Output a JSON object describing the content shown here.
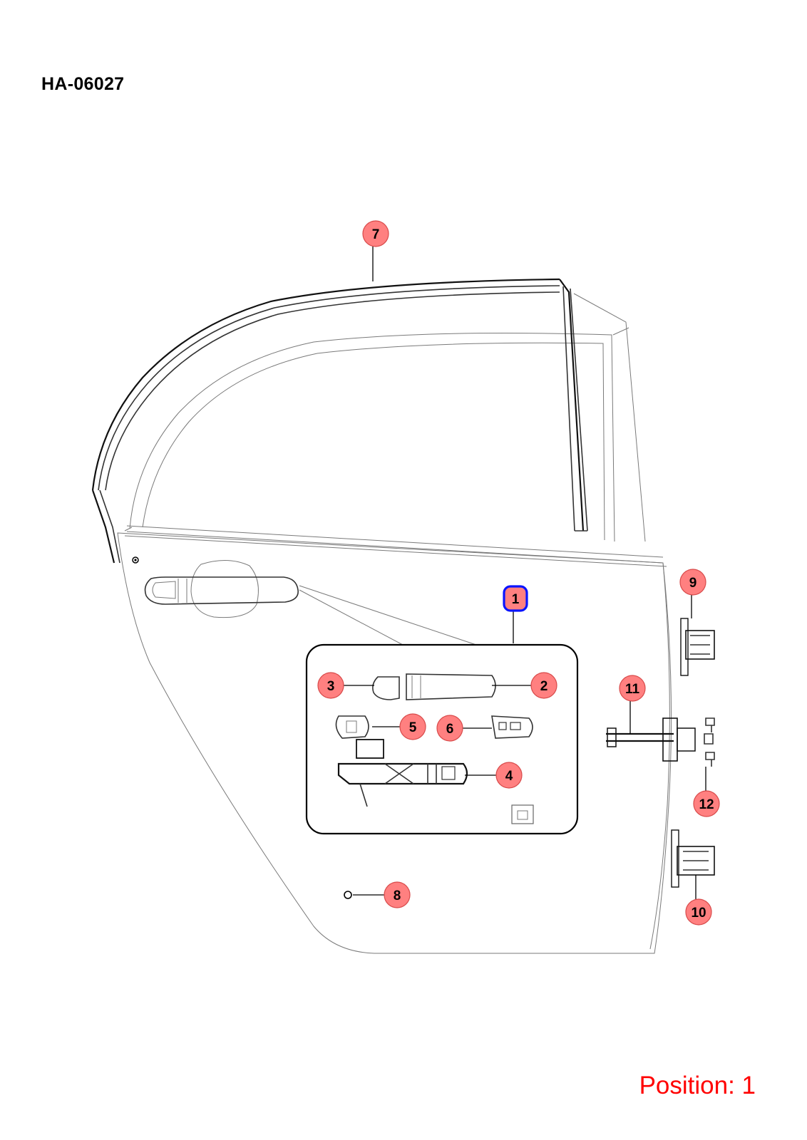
{
  "diagram": {
    "title": "HA-06027",
    "position_label": "Position: 1"
  },
  "callouts": [
    {
      "id": "1",
      "label": "1",
      "selected": true
    },
    {
      "id": "2",
      "label": "2"
    },
    {
      "id": "3",
      "label": "3"
    },
    {
      "id": "4",
      "label": "4"
    },
    {
      "id": "5",
      "label": "5"
    },
    {
      "id": "6",
      "label": "6"
    },
    {
      "id": "7",
      "label": "7"
    },
    {
      "id": "8",
      "label": "8"
    },
    {
      "id": "9",
      "label": "9"
    },
    {
      "id": "10",
      "label": "10"
    },
    {
      "id": "11",
      "label": "11"
    },
    {
      "id": "12",
      "label": "12"
    }
  ],
  "colors": {
    "callout_fill": "#ff8080",
    "selected_outline": "#0a14ff",
    "position_text": "#ff0000"
  }
}
